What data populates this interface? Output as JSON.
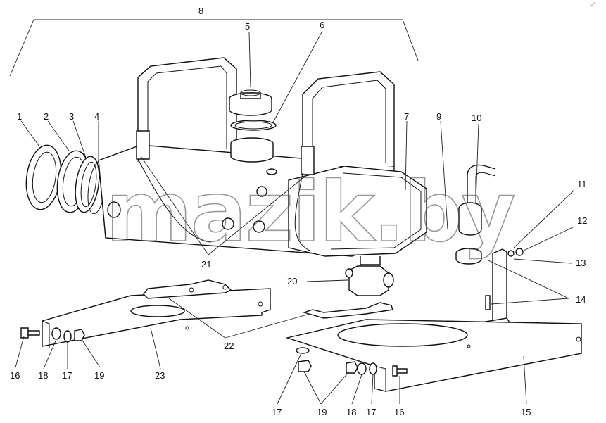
{
  "watermark": "mazik.by",
  "corner_mark": "≡\"",
  "labels": {
    "l1": "1",
    "l2": "2",
    "l3": "3",
    "l4": "4",
    "l5": "5",
    "l6": "6",
    "l7": "7",
    "l8": "8",
    "l9": "9",
    "l10": "10",
    "l11": "11",
    "l12": "12",
    "l13": "13",
    "l14": "14",
    "l15": "15",
    "l16a": "16",
    "l16b": "16",
    "l17a": "17",
    "l17b": "17",
    "l17c": "17",
    "l18a": "18",
    "l18b": "18",
    "l19a": "19",
    "l19b": "19",
    "l20": "20",
    "l21": "21",
    "l22": "22",
    "l23": "23"
  }
}
